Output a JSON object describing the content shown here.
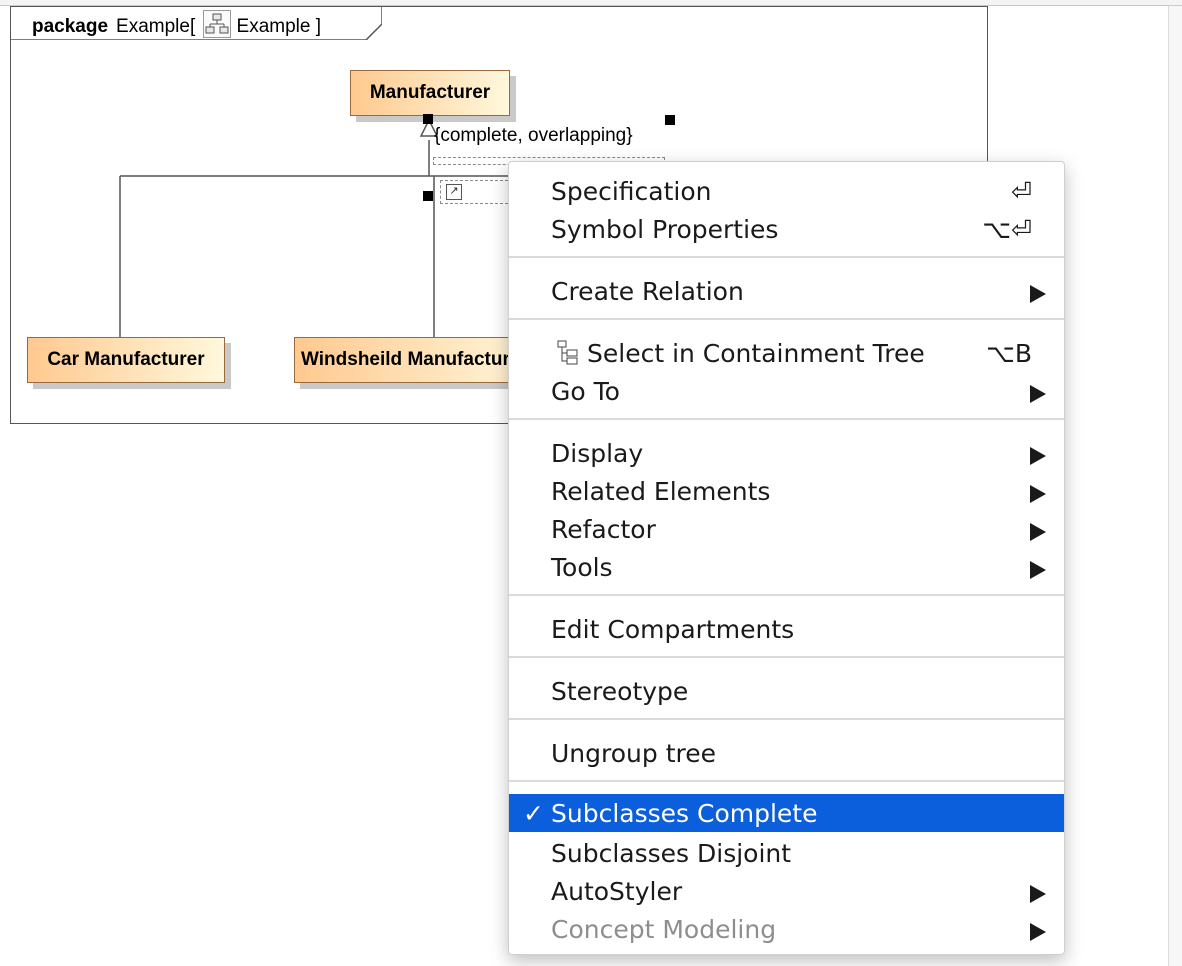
{
  "frame": {
    "keyword": "package",
    "name": "Example",
    "open_bracket": "[",
    "diagram_name": "Example",
    "close_bracket": "]"
  },
  "classes": {
    "manufacturer": "Manufacturer",
    "car_manufacturer": "Car Manufacturer",
    "windshield_manufacturer": "Windsheild Manufacturer"
  },
  "generalization_set": {
    "constraint": "{complete, overlapping}"
  },
  "menu": {
    "specification": {
      "label": "Specification",
      "shortcut": "⏎"
    },
    "symbol_properties": {
      "label": "Symbol Properties",
      "shortcut": "⌥⏎"
    },
    "create_relation": {
      "label": "Create Relation"
    },
    "select_in_tree": {
      "label": "Select in Containment Tree",
      "shortcut": "⌥B"
    },
    "go_to": {
      "label": "Go To"
    },
    "display": {
      "label": "Display"
    },
    "related_elements": {
      "label": "Related Elements"
    },
    "refactor": {
      "label": "Refactor"
    },
    "tools": {
      "label": "Tools"
    },
    "edit_compartments": {
      "label": "Edit Compartments"
    },
    "stereotype": {
      "label": "Stereotype"
    },
    "ungroup_tree": {
      "label": "Ungroup tree"
    },
    "subclasses_complete": {
      "label": "Subclasses Complete",
      "checked": true,
      "check_mark": "✓"
    },
    "subclasses_disjoint": {
      "label": "Subclasses Disjoint"
    },
    "autostyler": {
      "label": "AutoStyler"
    },
    "concept_modeling": {
      "label": "Concept Modeling",
      "disabled": true
    }
  },
  "colors": {
    "class_fill_start": "#ffc98f",
    "class_fill_end": "#fff8dc",
    "highlight": "#0b5fdc"
  }
}
